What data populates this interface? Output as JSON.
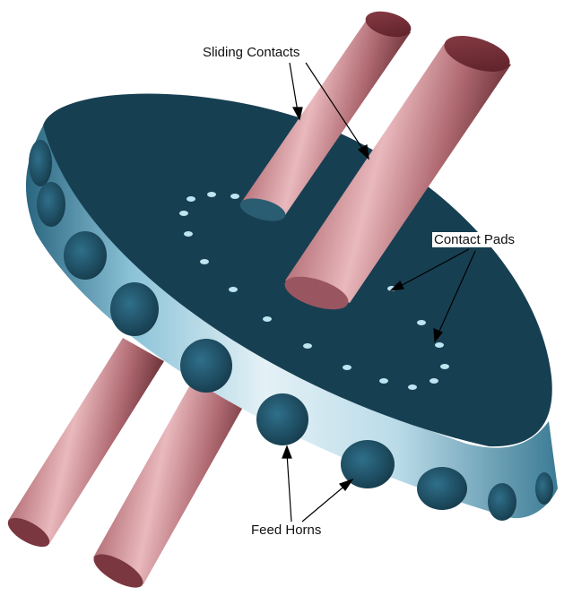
{
  "labels": {
    "sliding_contacts": "Sliding Contacts",
    "contact_pads": "Contact Pads",
    "feed_horns": "Feed Horns"
  },
  "colors": {
    "disk_top": "#173f52",
    "disk_edge_light": "#dfeef4",
    "disk_edge_dark": "#2f6d86",
    "horn": "#1f4f64",
    "rod_light": "#e9b9bd",
    "rod_mid": "#b7737a",
    "rod_dark": "#6e2f36",
    "pad": "#bfe4f2"
  }
}
